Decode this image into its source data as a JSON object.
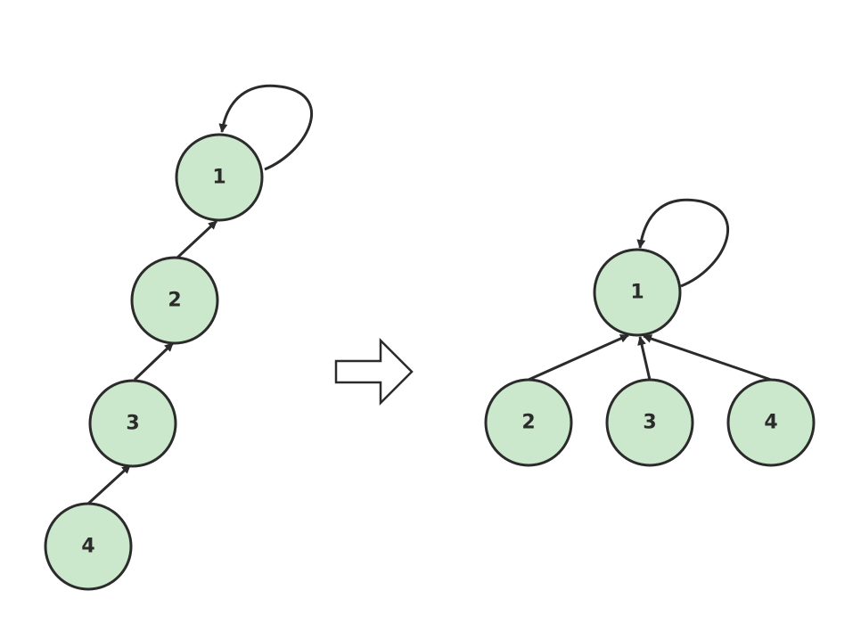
{
  "colors": {
    "node_fill": "#cce8cc",
    "node_stroke": "#2b2b2b",
    "edge": "#2b2b2b",
    "text": "#2b2b2b",
    "transform_arrow_fill": "#ffffff"
  },
  "before": {
    "nodes": [
      {
        "id": "1",
        "label": "1"
      },
      {
        "id": "2",
        "label": "2"
      },
      {
        "id": "3",
        "label": "3"
      },
      {
        "id": "4",
        "label": "4"
      }
    ],
    "edges": [
      {
        "from": "1",
        "to": "1"
      },
      {
        "from": "2",
        "to": "1"
      },
      {
        "from": "3",
        "to": "2"
      },
      {
        "from": "4",
        "to": "3"
      }
    ]
  },
  "after": {
    "nodes": [
      {
        "id": "1",
        "label": "1"
      },
      {
        "id": "2",
        "label": "2"
      },
      {
        "id": "3",
        "label": "3"
      },
      {
        "id": "4",
        "label": "4"
      }
    ],
    "edges": [
      {
        "from": "1",
        "to": "1"
      },
      {
        "from": "2",
        "to": "1"
      },
      {
        "from": "3",
        "to": "1"
      },
      {
        "from": "4",
        "to": "1"
      }
    ]
  },
  "transform_arrow": {
    "icon": "hollow-right-arrow-icon"
  }
}
